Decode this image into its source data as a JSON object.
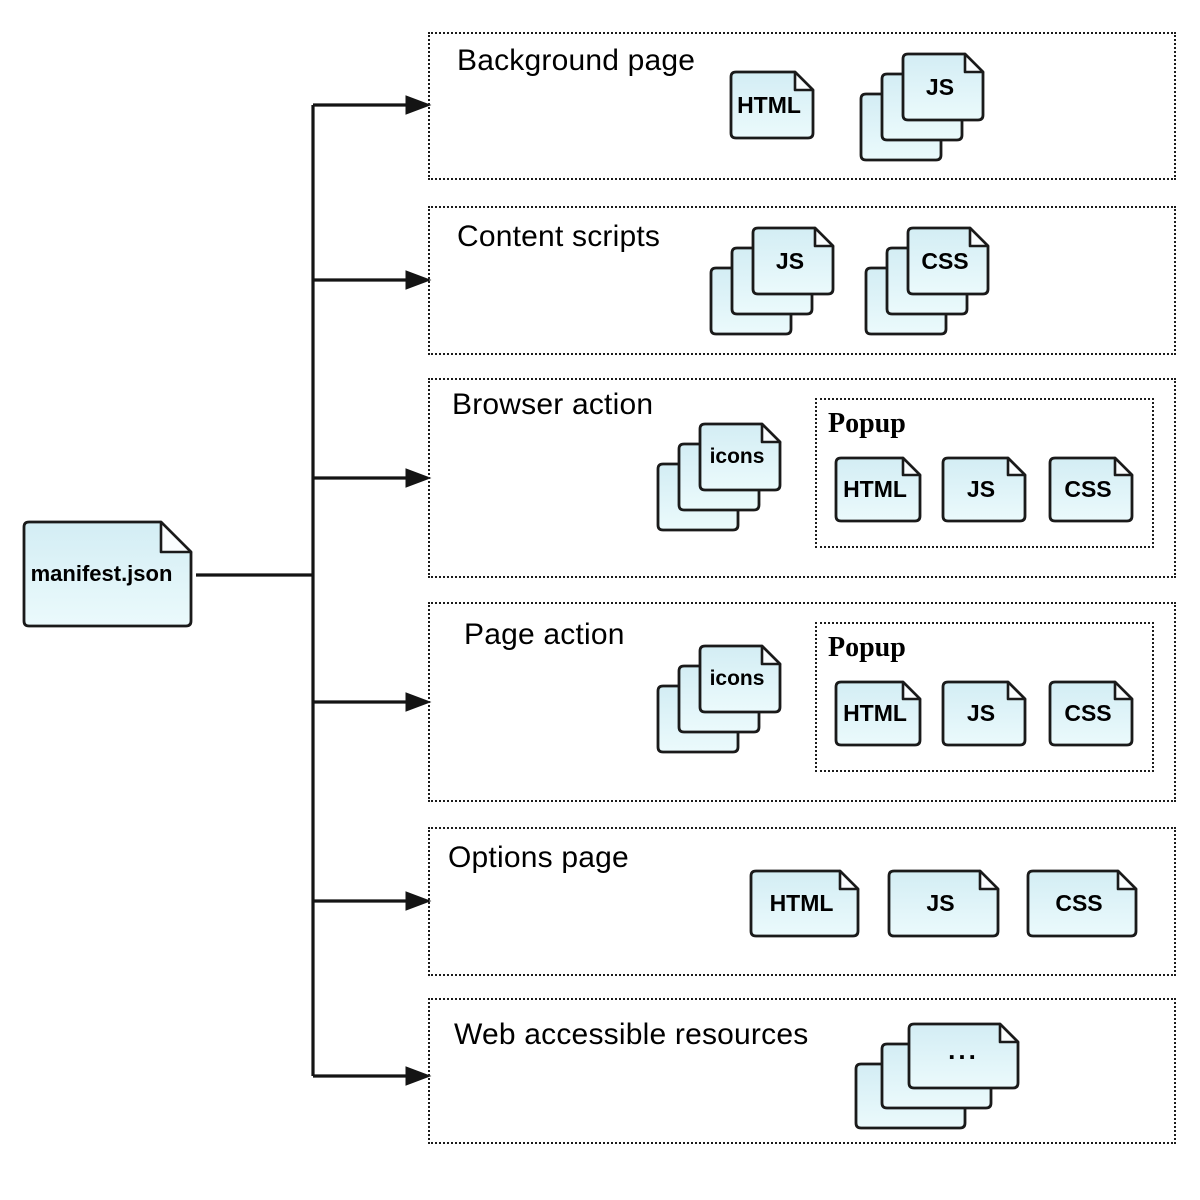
{
  "root": {
    "label": "manifest.json"
  },
  "sections": [
    {
      "label": "Background page",
      "files": [
        {
          "kind": "single",
          "label": "HTML"
        },
        {
          "kind": "stack",
          "label": "JS"
        }
      ]
    },
    {
      "label": "Content scripts",
      "files": [
        {
          "kind": "stack",
          "label": "JS"
        },
        {
          "kind": "stack",
          "label": "CSS"
        }
      ]
    },
    {
      "label": "Browser action",
      "files": [
        {
          "kind": "stack",
          "label": "icons"
        }
      ],
      "popup": {
        "label": "Popup",
        "files": [
          {
            "kind": "single",
            "label": "HTML"
          },
          {
            "kind": "single",
            "label": "JS"
          },
          {
            "kind": "single",
            "label": "CSS"
          }
        ]
      }
    },
    {
      "label": "Page action",
      "files": [
        {
          "kind": "stack",
          "label": "icons"
        }
      ],
      "popup": {
        "label": "Popup",
        "files": [
          {
            "kind": "single",
            "label": "HTML"
          },
          {
            "kind": "single",
            "label": "JS"
          },
          {
            "kind": "single",
            "label": "CSS"
          }
        ]
      }
    },
    {
      "label": "Options page",
      "files": [
        {
          "kind": "single",
          "label": "HTML"
        },
        {
          "kind": "single",
          "label": "JS"
        },
        {
          "kind": "single",
          "label": "CSS"
        }
      ]
    },
    {
      "label": "Web accessible resources",
      "files": [
        {
          "kind": "stack",
          "label": "..."
        }
      ]
    }
  ],
  "colors": {
    "background": "#ffffff",
    "line": "#141414",
    "box_border": "#1c1c1c",
    "doc_border": "#1a1a1a",
    "doc_fill_top": "#d3edf4",
    "doc_fill_bottom": "#ebfafc",
    "fold_fill": "#fafdfe",
    "text": "#000000"
  }
}
